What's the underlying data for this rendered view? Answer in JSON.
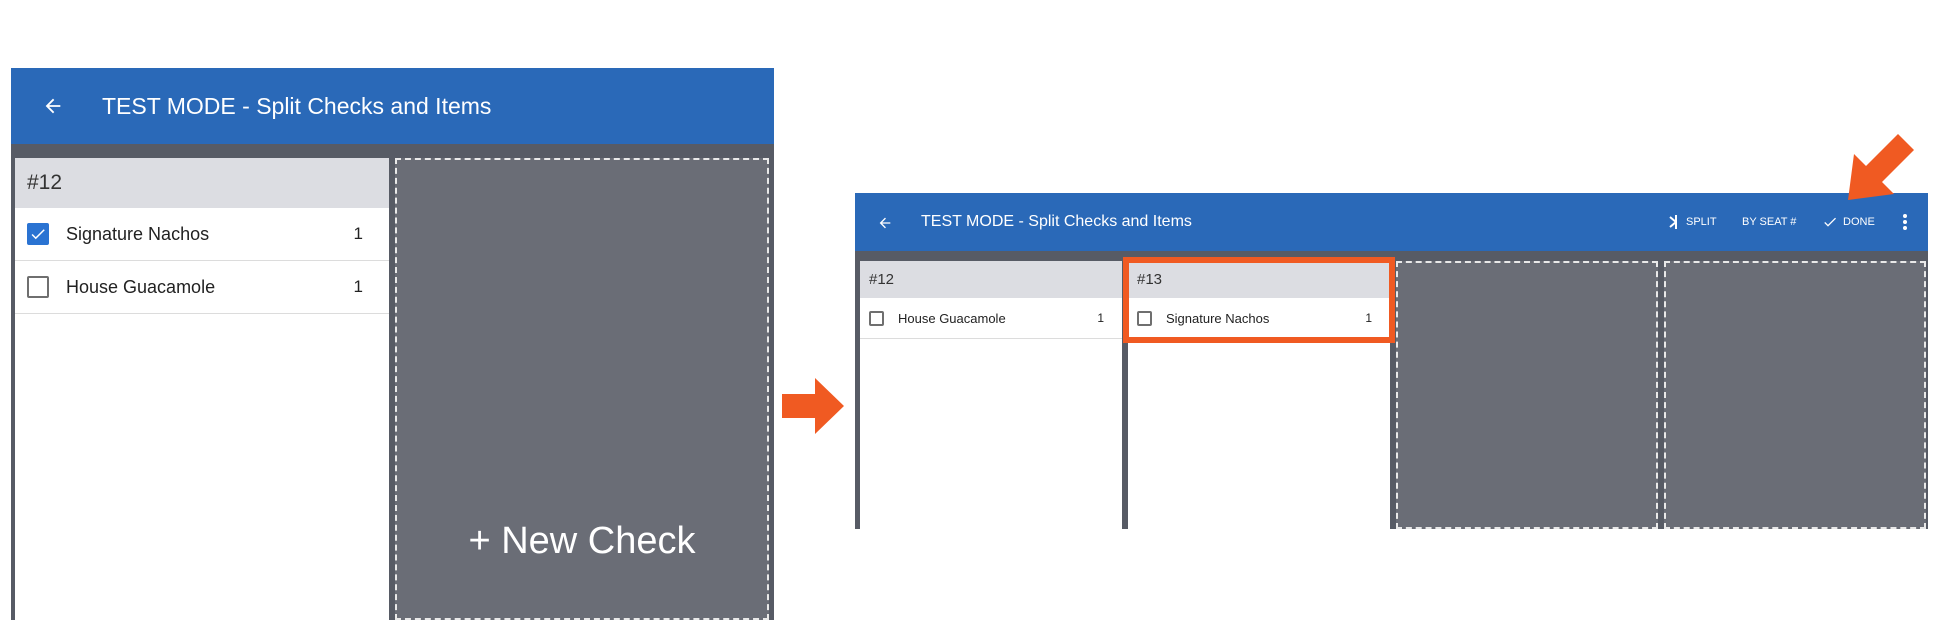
{
  "left_screen": {
    "title": "TEST MODE - Split Checks and Items",
    "check": {
      "number": "#12",
      "items": [
        {
          "name": "Signature Nachos",
          "qty": "1",
          "checked": true
        },
        {
          "name": "House Guacamole",
          "qty": "1",
          "checked": false
        }
      ]
    },
    "new_check_label": "+ New Check"
  },
  "right_screen": {
    "title": "TEST MODE - Split Checks and Items",
    "actions": {
      "split": "SPLIT",
      "by_seat": "BY SEAT #",
      "done": "DONE"
    },
    "checks": [
      {
        "number": "#12",
        "items": [
          {
            "name": "House Guacamole",
            "qty": "1",
            "checked": false
          }
        ]
      },
      {
        "number": "#13",
        "items": [
          {
            "name": "Signature Nachos",
            "qty": "1",
            "checked": false
          }
        ]
      }
    ]
  },
  "colors": {
    "app_bar": "#2a69b8",
    "accent_checkbox": "#2a73d2",
    "annotation_orange": "#f05a22",
    "empty_check_panel": "#6a6d76"
  }
}
